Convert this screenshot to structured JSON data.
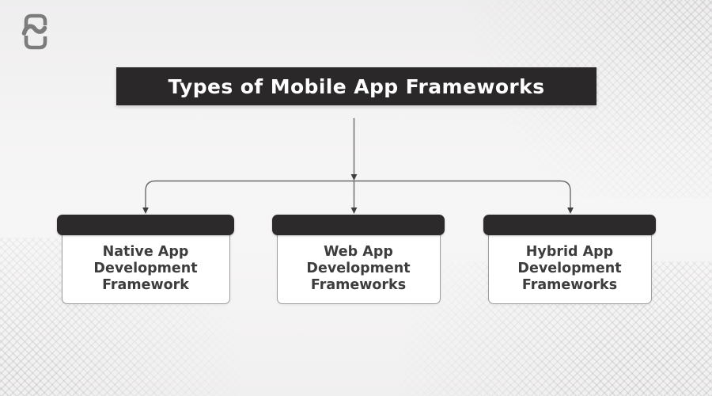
{
  "brand": {
    "logo_icon": "phone-with-n-swirl",
    "logo_color": "#7c7c7c"
  },
  "title": {
    "text": "Types of Mobile App Frameworks",
    "background": "#2a2829",
    "text_color": "#ffffff"
  },
  "background": {
    "base_colors": [
      "#efeeef",
      "#f7f6f6",
      "#f1f0f0"
    ],
    "corner_pattern": "diamond-crosshatch"
  },
  "diagram": {
    "connector_color": "#6a6a6a",
    "arrowhead_color": "#3f3f3f",
    "node_header_color": "#2d2a2b",
    "node_body_color": "#ffffff",
    "node_text_color": "#3d3d3d",
    "nodes": [
      {
        "id": "native-app",
        "label": "Native App Development Framework",
        "lines": [
          "Native App",
          "Development",
          "Framework"
        ]
      },
      {
        "id": "web-app",
        "label": "Web App Development Frameworks",
        "lines": [
          "Web App",
          "Development",
          "Frameworks"
        ]
      },
      {
        "id": "hybrid-app",
        "label": "Hybrid App Development Frameworks",
        "lines": [
          "Hybrid App",
          "Development",
          "Frameworks"
        ]
      }
    ]
  }
}
